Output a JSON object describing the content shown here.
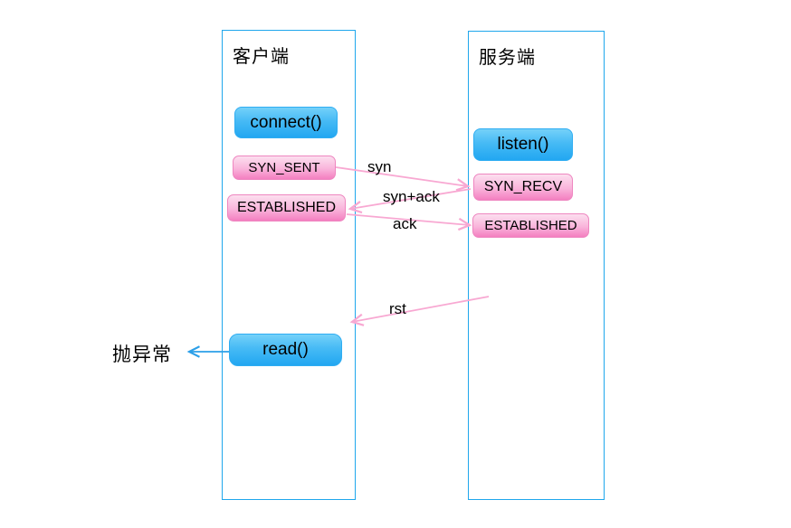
{
  "diagram": {
    "client": {
      "title": "客户端",
      "connect_label": "connect()",
      "syn_sent_label": "SYN_SENT",
      "established_label": "ESTABLISHED",
      "read_label": "read()"
    },
    "server": {
      "title": "服务端",
      "listen_label": "listen()",
      "syn_recv_label": "SYN_RECV",
      "established_label": "ESTABLISHED"
    },
    "messages": {
      "syn_label": "syn",
      "syn_ack_label": "syn+ack",
      "ack_label": "ack",
      "rst_label": "rst"
    },
    "exception_label": "抛异常",
    "colors": {
      "lifeline_border": "#1fa7ec",
      "blue_box_top": "#74d1f9",
      "blue_box_bottom": "#22a7f1",
      "pink_box_top": "#fcdfef",
      "pink_box_bottom": "#f47fc0",
      "pink_box_border": "#ee86c0",
      "pink_arrow": "#f8a8d2",
      "blue_arrow": "#2b9fe8",
      "text": "#000000"
    }
  }
}
